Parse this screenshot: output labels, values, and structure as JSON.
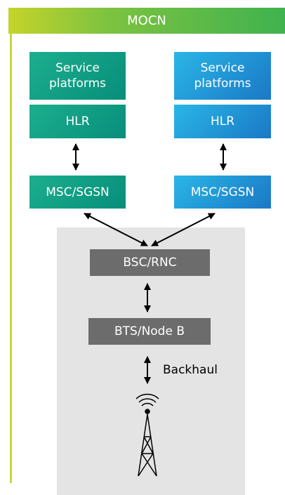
{
  "header": {
    "title": "MOCN"
  },
  "left": {
    "service": "Service\nplatforms",
    "hlr": "HLR",
    "msc": "MSC/SGSN"
  },
  "right": {
    "service": "Service\nplatforms",
    "hlr": "HLR",
    "msc": "MSC/SGSN"
  },
  "shared": {
    "bsc": "BSC/RNC",
    "bts": "BTS/Node B",
    "backhaul": "Backhaul"
  },
  "colors": {
    "operator_a": "#0b9a80",
    "operator_b": "#1e8fd6",
    "shared_ran": "#6c6c6c",
    "header": "#3fb24f"
  }
}
